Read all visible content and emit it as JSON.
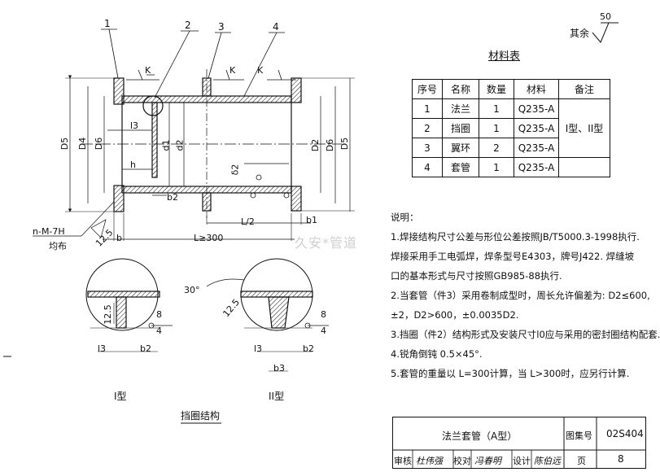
{
  "roughness": {
    "label": "其余",
    "value": "50"
  },
  "part_numbers": [
    "1",
    "2",
    "3",
    "4"
  ],
  "weld_mark": "K",
  "dims": {
    "D5": "D5",
    "D4": "D4",
    "D6": "D6",
    "d1": "d1",
    "d2": "d2",
    "D2": "D2",
    "delta2": "δ2",
    "l3": "l3",
    "h": "h",
    "b2": "b2",
    "b1": "b1",
    "b": "b",
    "b3": "b3",
    "L": "L≥300",
    "L2": "L/2",
    "nM": "n-M-7H",
    "nM_sub": "均布",
    "r125": "12.5",
    "angle": "30°",
    "w8": "8",
    "w4": "4"
  },
  "views": {
    "type1": "I型",
    "type2": "II型",
    "caption": "挡圈结构"
  },
  "materials": {
    "title": "材料表",
    "headers": [
      "序号",
      "名称",
      "数量",
      "材料",
      "备注"
    ],
    "rows": [
      [
        "1",
        "法兰",
        "1",
        "Q235-A"
      ],
      [
        "2",
        "挡圈",
        "1",
        "Q235-A"
      ],
      [
        "3",
        "翼环",
        "2",
        "Q235-A"
      ],
      [
        "4",
        "套管",
        "1",
        "Q235-A"
      ]
    ],
    "remark": "I型、II型"
  },
  "notes": {
    "title": "说明：",
    "lines": [
      "1.焊接结构尺寸公差与形位公差按照JB/T5000.3-1998执行.",
      "  焊接采用手工电弧焊，焊条型号E4303，牌号J422. 焊缝坡",
      "  口的基本形式与尺寸按照GB985-88执行.",
      "2.当套管（件3）采用卷制成型时，周长允许偏差为: D2≤600,",
      "  ±2，D2>600，±0.0035D2.",
      "3.挡圈（件2）结构形式及安装尺寸l0应与采用的密封圈结构配套.",
      "4.锐角倒钝 0.5×45°.",
      "5.套管的重量以 L=300计算，当 L>300时，应另行计算."
    ]
  },
  "watermark": "久安*管道",
  "title_block": {
    "title": "法兰套管（A型）",
    "atlas_label": "图集号",
    "atlas_no": "02S404",
    "review": "审核",
    "reviewer": "杜伟强",
    "check": "校对",
    "checker": "冯春明",
    "design": "设计",
    "designer": "陈伯远",
    "page_label": "页",
    "page": "8"
  }
}
